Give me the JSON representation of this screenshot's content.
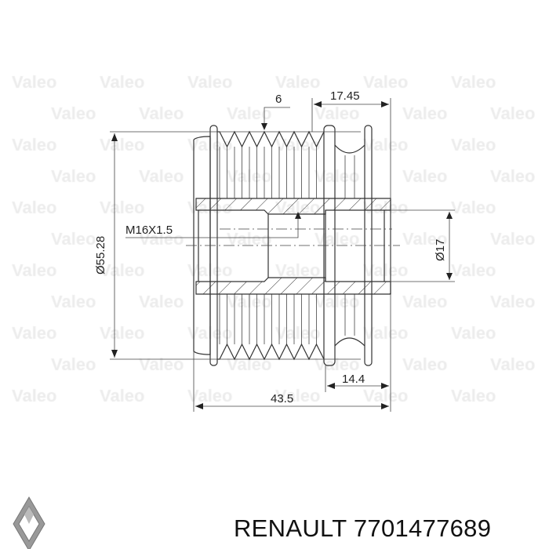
{
  "watermark": "Valeo",
  "dimensions": {
    "groove_pitch": "6",
    "right_offset": "17.45",
    "outer_diameter": "Ø55.28",
    "thread": "M16X1.5",
    "bore_diameter": "Ø17",
    "flange_width": "14.4",
    "total_length": "43.5"
  },
  "caption": {
    "brand": "RENAULT",
    "part_number": "7701477689"
  },
  "colors": {
    "line": "#333333",
    "watermark": "#ececec"
  }
}
